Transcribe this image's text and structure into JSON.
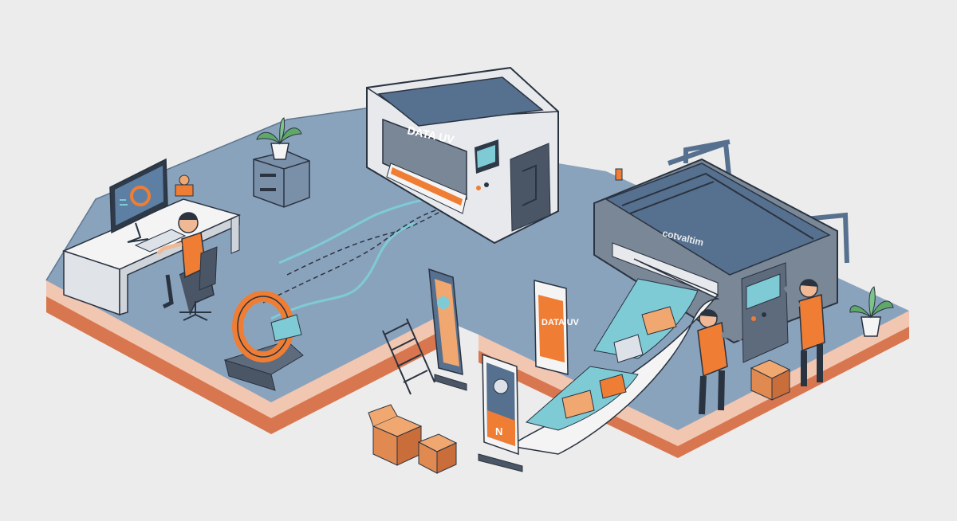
{
  "scene": {
    "printer_uv_label": "DATA UV",
    "large_printer_label": "cotvaltim",
    "banner_orange_text": "DATA UV",
    "banner_blue_text": "N"
  },
  "colors": {
    "background": "#ececec",
    "floor_top": "#8aa3bd",
    "floor_side_light": "#f1c7b2",
    "floor_side_dark": "#d8774f",
    "machine_gray": "#7a8797",
    "machine_light": "#e7e9ec",
    "accent_orange": "#ef7d34",
    "accent_teal": "#7ecbd6"
  }
}
